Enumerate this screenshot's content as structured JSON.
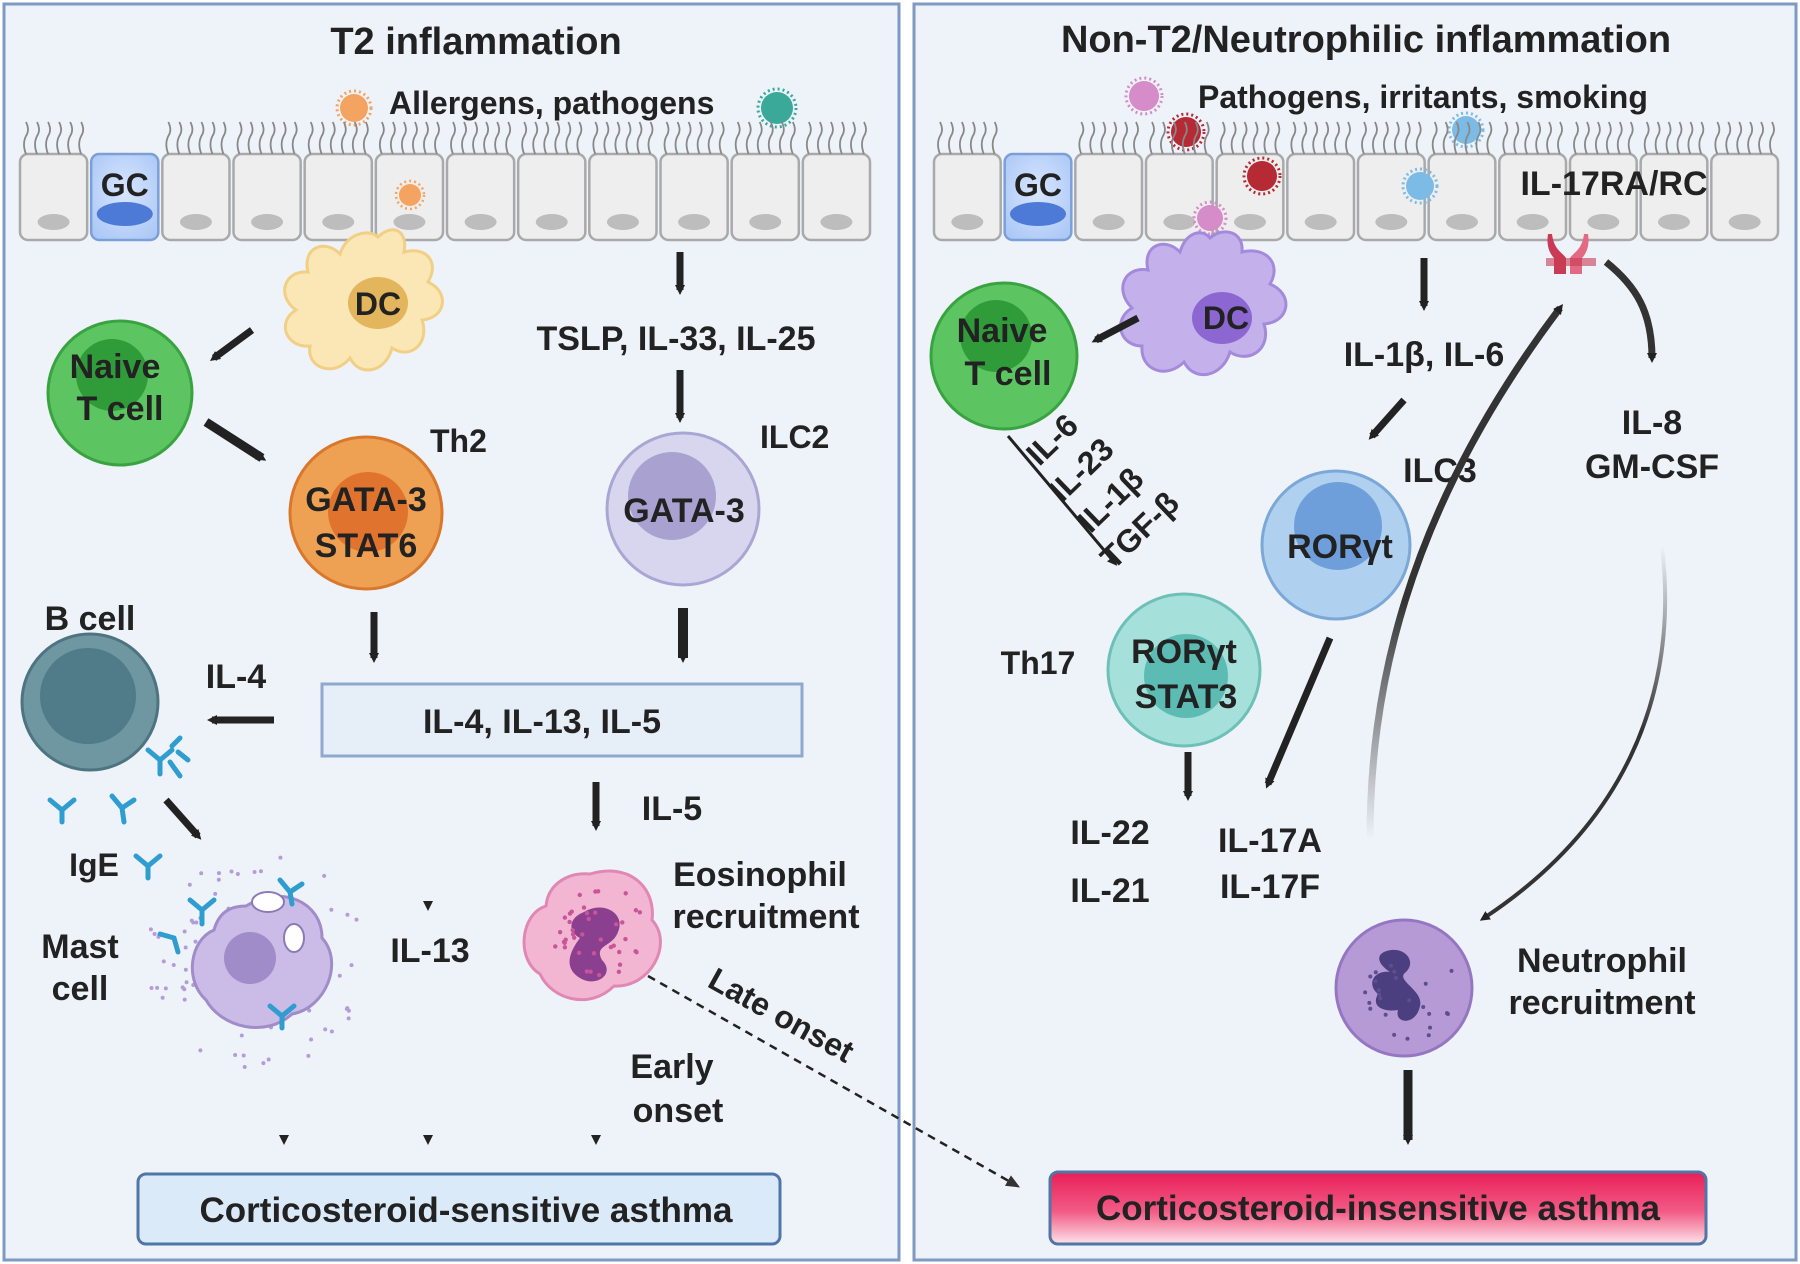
{
  "left_panel": {
    "title": "T2 inflammation",
    "stimulus": "Allergens, pathogens",
    "gc": "GC",
    "dc": "DC",
    "naive_line1": "Naive",
    "naive_line2": "T cell",
    "th2": "Th2",
    "th2_tf1": "GATA-3",
    "th2_tf2": "STAT6",
    "alarmins": "TSLP, IL-33, IL-25",
    "ilc2": "ILC2",
    "ilc2_tf": "GATA-3",
    "b_cell": "B cell",
    "il4": "IL-4",
    "cytokines": "IL-4, IL-13, IL-5",
    "ige": "IgE",
    "mast_line1": "Mast",
    "mast_line2": "cell",
    "il13": "IL-13",
    "il5": "IL-5",
    "eos_line1": "Eosinophil",
    "eos_line2": "recruitment",
    "early_line1": "Early",
    "early_line2": "onset",
    "late_onset": "Late onset",
    "outcome": "Corticosteroid-sensitive asthma"
  },
  "right_panel": {
    "title": "Non-T2/Neutrophilic inflammation",
    "stimulus": "Pathogens, irritants, smoking",
    "gc": "GC",
    "receptor": "IL-17RA/RC",
    "dc": "DC",
    "naive_line1": "Naive",
    "naive_line2": "T cell",
    "il1b_il6": "IL-1β, IL-6",
    "diff_cytokines": [
      "IL-6",
      "IL-23",
      "IL-1β",
      "TGF-β"
    ],
    "ilc3": "ILC3",
    "ilc3_tf": "RORγt",
    "th17": "Th17",
    "th17_tf1": "RORγt",
    "th17_tf2": "STAT3",
    "il22": "IL-22",
    "il21": "IL-21",
    "il17a": "IL-17A",
    "il17f": "IL-17F",
    "il8": "IL-8",
    "gmcsf": "GM-CSF",
    "neut_line1": "Neutrophil",
    "neut_line2": "recruitment",
    "outcome": "Corticosteroid-insensitive asthma"
  },
  "colors": {
    "panel_bg": "#eef3fa",
    "panel_border": "#7f9ac2",
    "naive": "#5cc561",
    "th2": "#e8863d",
    "ilc2": "#c7c6e6",
    "b_cell": "#5f8a95",
    "mast": "#b7a7d7",
    "eos": "#e79bc0",
    "dc_left": "#fbe7b6",
    "dc_right": "#c4b1ec",
    "ilc3": "#a9cbea",
    "th17": "#9fdcd6",
    "neutrophil": "#b69ad6",
    "outcome_sensitive": "#dbeaf8",
    "outcome_insensitive": "#e0205a"
  }
}
